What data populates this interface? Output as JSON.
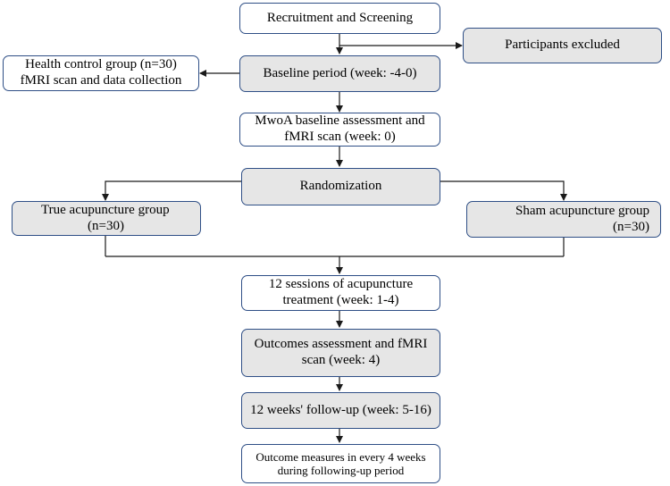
{
  "nodes": {
    "recruitment": {
      "lines": [
        "Recruitment and Screening"
      ]
    },
    "excluded": {
      "lines": [
        "Participants excluded"
      ]
    },
    "health_control": {
      "lines": [
        "Health control group (n=30)",
        "fMRI scan and data collection"
      ]
    },
    "baseline": {
      "lines": [
        "Baseline period (week:  -4-0)"
      ]
    },
    "mwoa": {
      "lines": [
        "MwoA baseline assessment and",
        "fMRI scan (week: 0)"
      ]
    },
    "randomization": {
      "lines": [
        "Randomization"
      ]
    },
    "true_group": {
      "lines": [
        "True acupuncture group",
        "(n=30)"
      ]
    },
    "sham_group": {
      "lines": [
        "Sham acupuncture group",
        "(n=30)"
      ]
    },
    "sessions": {
      "lines": [
        "12 sessions of acupuncture",
        "treatment  (week: 1-4)"
      ]
    },
    "outcomes": {
      "lines": [
        "Outcomes assessment and fMRI",
        "scan (week: 4)"
      ]
    },
    "followup": {
      "lines": [
        "12 weeks' follow-up (week: 5-16)"
      ]
    },
    "measures": {
      "lines": [
        "Outcome measures in every 4 weeks",
        "during following-up period"
      ]
    }
  },
  "colors": {
    "border": "#2f4f86",
    "gray_fill": "#e6e6e6",
    "line": "#1a1a1a"
  }
}
